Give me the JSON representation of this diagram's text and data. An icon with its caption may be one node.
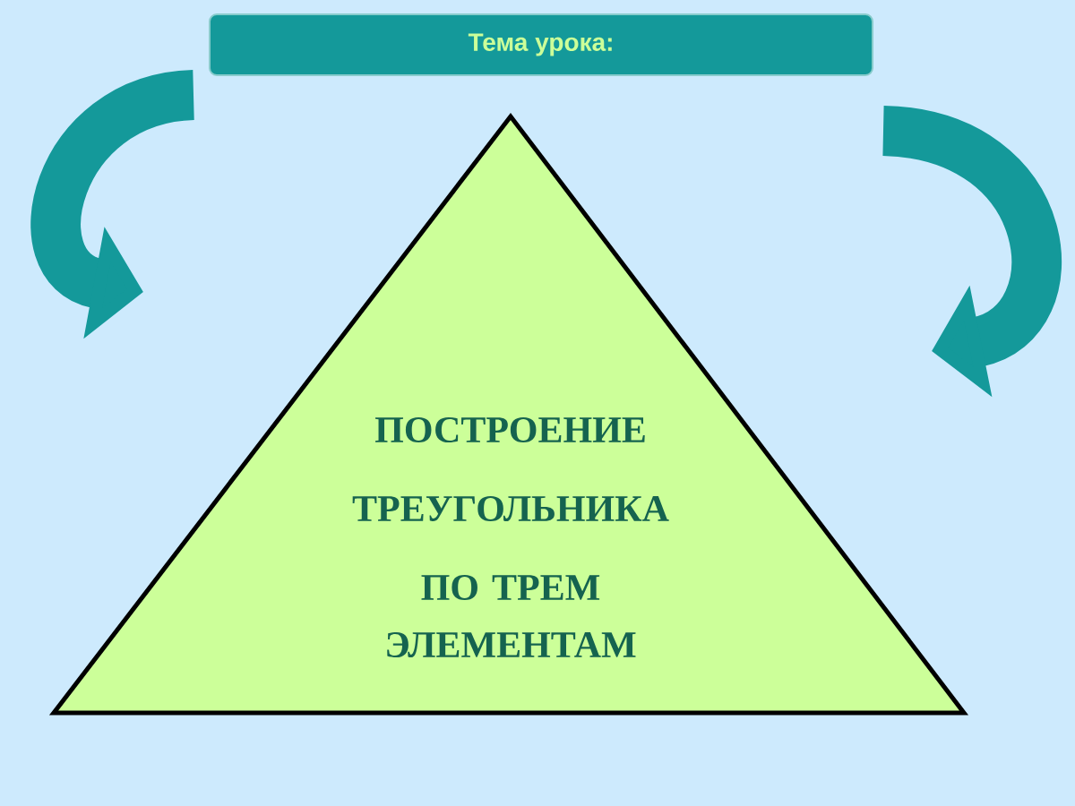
{
  "diagram": {
    "nodes": [
      {
        "text": [
          "Тема урока:"
        ]
      },
      {
        "text": [
          "ПОСТРОЕНИЕ",
          "ТРЕУГОЛЬНИКА",
          "ПО ТРЕМ ЭЛЕМЕНТАМ"
        ]
      }
    ]
  }
}
